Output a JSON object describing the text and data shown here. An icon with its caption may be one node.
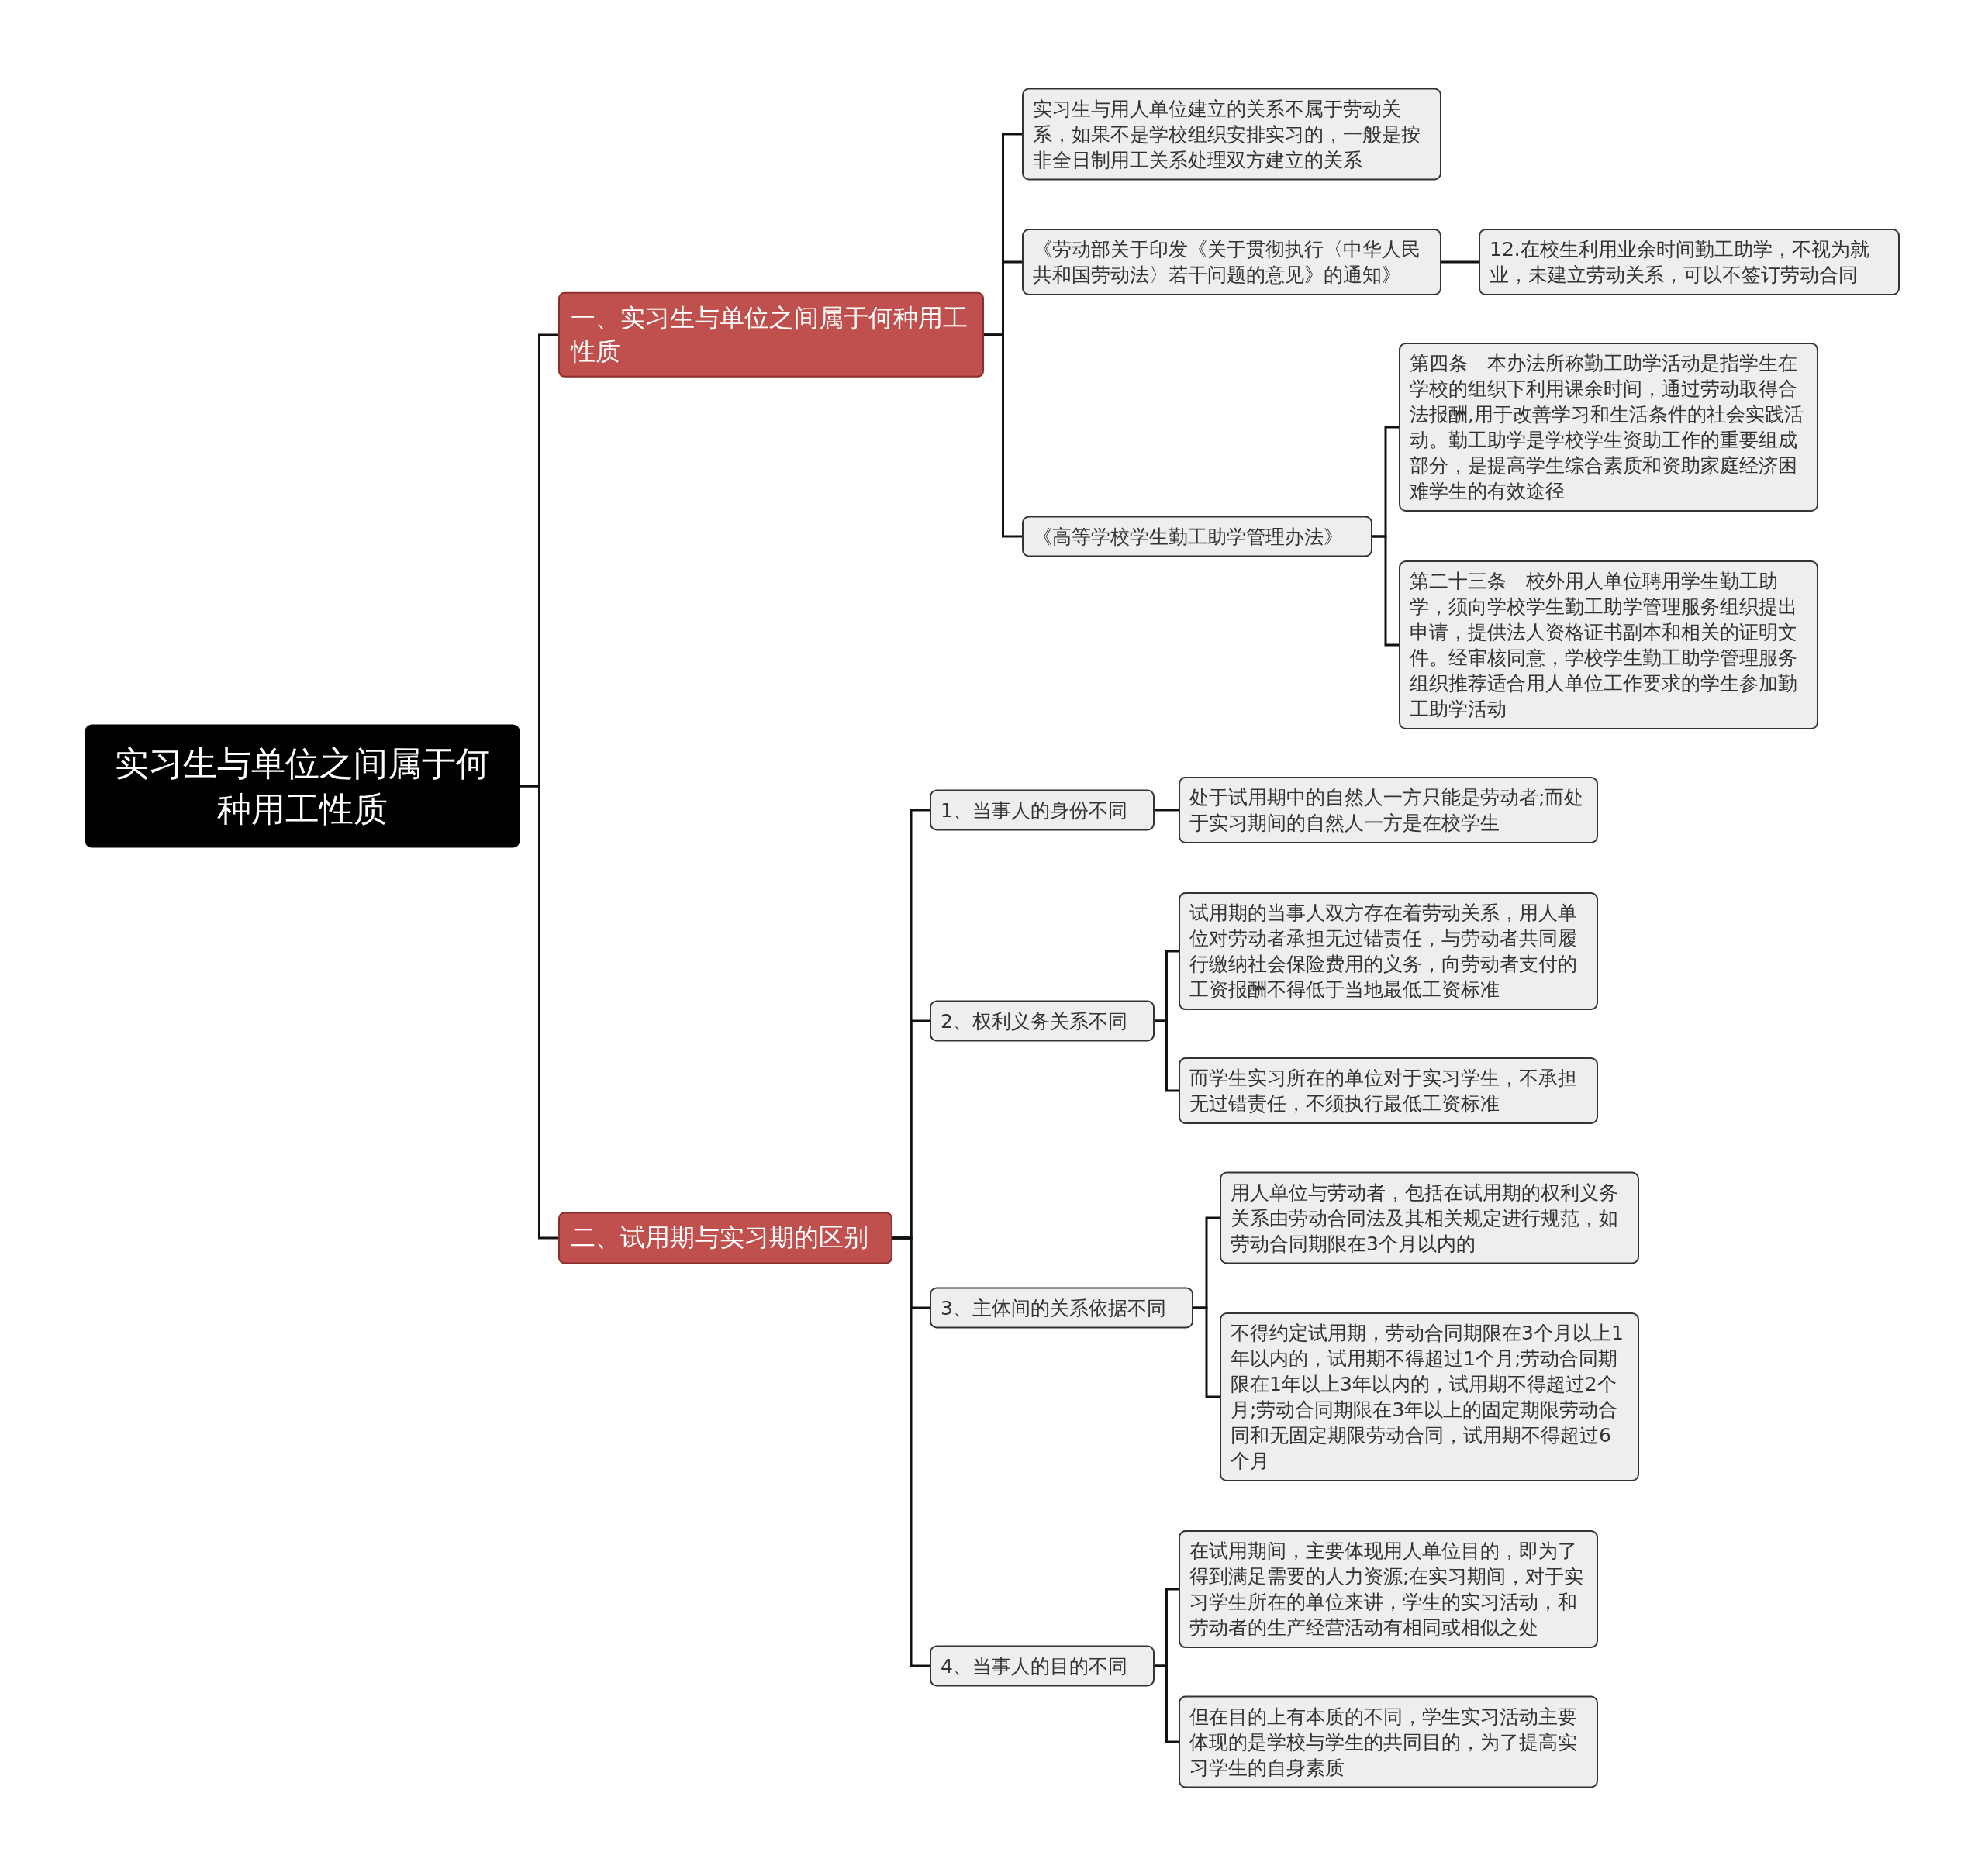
{
  "diagram": {
    "nodes": [
      {
        "text": [
          "实习生与单位之间属于何种用工性质"
        ]
      },
      {
        "text": [
          "一、实习生与单位之间属于何种用工性质"
        ]
      },
      {
        "text": [
          "实习生与用人单位建立的关系不属于劳动关系，如果不是学校组织安排实习的，一般是按非全日制用工关系处理双方建立的关系"
        ]
      },
      {
        "text": [
          "《劳动部关于印发《关于贯彻执行〈中华人民共和国劳动法〉若干问题的意见》的通知》"
        ]
      },
      {
        "text": [
          "12.在校生利用业余时间勤工助学，不视为就业，未建立劳动关系，可以不签订劳动合同"
        ]
      },
      {
        "text": [
          "《高等学校学生勤工助学管理办法》"
        ]
      },
      {
        "text": [
          "第四条　本办法所称勤工助学活动是指学生在学校的组织下利用课余时间，通过劳动取得合法报酬,用于改善学习和生活条件的社会实践活动。勤工助学是学校学生资助工作的重要组成部分，是提高学生综合素质和资助家庭经济困难学生的有效途径"
        ]
      },
      {
        "text": [
          "第二十三条　校外用人单位聘用学生勤工助学，须向学校学生勤工助学管理服务组织提出申请，提供法人资格证书副本和相关的证明文件。经审核同意，学校学生勤工助学管理服务组织推荐适合用人单位工作要求的学生参加勤工助学活动"
        ]
      },
      {
        "text": [
          "二、试用期与实习期的区别"
        ]
      },
      {
        "text": [
          "1、当事人的身份不同"
        ]
      },
      {
        "text": [
          "处于试用期中的自然人一方只能是劳动者;而处于实习期间的自然人一方是在校学生"
        ]
      },
      {
        "text": [
          "2、权利义务关系不同"
        ]
      },
      {
        "text": [
          "试用期的当事人双方存在着劳动关系，用人单位对劳动者承担无过错责任，与劳动者共同履行缴纳社会保险费用的义务，向劳动者支付的工资报酬不得低于当地最低工资标准"
        ]
      },
      {
        "text": [
          "而学生实习所在的单位对于实习学生，不承担无过错责任，不须执行最低工资标准"
        ]
      },
      {
        "text": [
          "3、主体间的关系依据不同"
        ]
      },
      {
        "text": [
          "用人单位与劳动者，包括在试用期的权利义务关系由劳动合同法及其相关规定进行规范，如劳动合同期限在3个月以内的"
        ]
      },
      {
        "text": [
          "不得约定试用期，劳动合同期限在3个月以上1年以内的，试用期不得超过1个月;劳动合同期限在1年以上3年以内的，试用期不得超过2个月;劳动合同期限在3年以上的固定期限劳动合同和无固定期限劳动合同，试用期不得超过6个月"
        ]
      },
      {
        "text": [
          "4、当事人的目的不同"
        ]
      },
      {
        "text": [
          "在试用期间，主要体现用人单位目的，即为了得到满足需要的人力资源;在实习期间，对于实习学生所在的单位来讲，学生的实习活动，和劳动者的生产经营活动有相同或相似之处"
        ]
      },
      {
        "text": [
          "但在目的上有本质的不同，学生实习活动主要体现的是学校与学生的共同目的，为了提高实习学生的自身素质"
        ]
      }
    ],
    "edges": [
      {
        "from": 0,
        "to": 1,
        "arrow": "none"
      },
      {
        "from": 0,
        "to": 8,
        "arrow": "none"
      },
      {
        "from": 1,
        "to": 2,
        "arrow": "none"
      },
      {
        "from": 1,
        "to": 3,
        "arrow": "none"
      },
      {
        "from": 1,
        "to": 5,
        "arrow": "none"
      },
      {
        "from": 3,
        "to": 4,
        "arrow": "none"
      },
      {
        "from": 5,
        "to": 6,
        "arrow": "none"
      },
      {
        "from": 5,
        "to": 7,
        "arrow": "none"
      },
      {
        "from": 8,
        "to": 9,
        "arrow": "none"
      },
      {
        "from": 8,
        "to": 11,
        "arrow": "none"
      },
      {
        "from": 8,
        "to": 14,
        "arrow": "none"
      },
      {
        "from": 8,
        "to": 17,
        "arrow": "none"
      },
      {
        "from": 9,
        "to": 10,
        "arrow": "none"
      },
      {
        "from": 11,
        "to": 12,
        "arrow": "none"
      },
      {
        "from": 11,
        "to": 13,
        "arrow": "none"
      },
      {
        "from": 14,
        "to": 15,
        "arrow": "none"
      },
      {
        "from": 14,
        "to": 16,
        "arrow": "none"
      },
      {
        "from": 17,
        "to": 18,
        "arrow": "none"
      },
      {
        "from": 17,
        "to": 19,
        "arrow": "none"
      }
    ]
  }
}
